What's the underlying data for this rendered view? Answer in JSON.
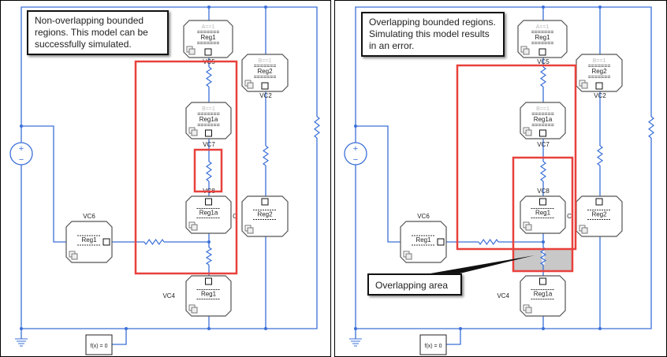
{
  "colors": {
    "wire": "#3a6fd8",
    "region": "#e8413c",
    "overlap": "#c8c8c8",
    "block_border": "#555"
  },
  "panels": [
    {
      "note": "Non-overlapping bounded regions. This model can be successfully simulated.",
      "blocks": {
        "top": {
          "condition": "A==1",
          "label": "Reg1",
          "port": "VC5"
        },
        "mid": {
          "condition": "B==1",
          "label": "Reg1a",
          "port": "VC7"
        },
        "low": {
          "label": "Reg1a",
          "port": "VC8",
          "side": "C"
        },
        "bottom": {
          "label": "Reg1",
          "port": "VC4"
        },
        "left": {
          "label": "Reg1",
          "port": "VC6"
        },
        "right_top": {
          "condition": "B==1",
          "label": "Reg2",
          "port": "VC2"
        },
        "right_low": {
          "label": "Reg2"
        }
      },
      "solver": "f(x) = 0"
    },
    {
      "note": "Overlapping bounded regions. Simulating this model results in an error.",
      "blocks": {
        "top": {
          "condition": "A==1",
          "label": "Reg1",
          "port": "VC5"
        },
        "mid": {
          "condition": "B==1",
          "label": "Reg1a",
          "port": "VC7"
        },
        "low": {
          "label": "Reg1",
          "port": "VC8",
          "side": "C"
        },
        "bottom": {
          "label": "Reg1a",
          "port": "VC4"
        },
        "left": {
          "label": "Reg1",
          "port": "VC6"
        },
        "right_top": {
          "condition": "B==1",
          "label": "Reg2",
          "port": "VC2"
        },
        "right_low": {
          "label": "Reg2"
        }
      },
      "solver": "f(x) = 0",
      "callout": "Overlapping area"
    }
  ]
}
